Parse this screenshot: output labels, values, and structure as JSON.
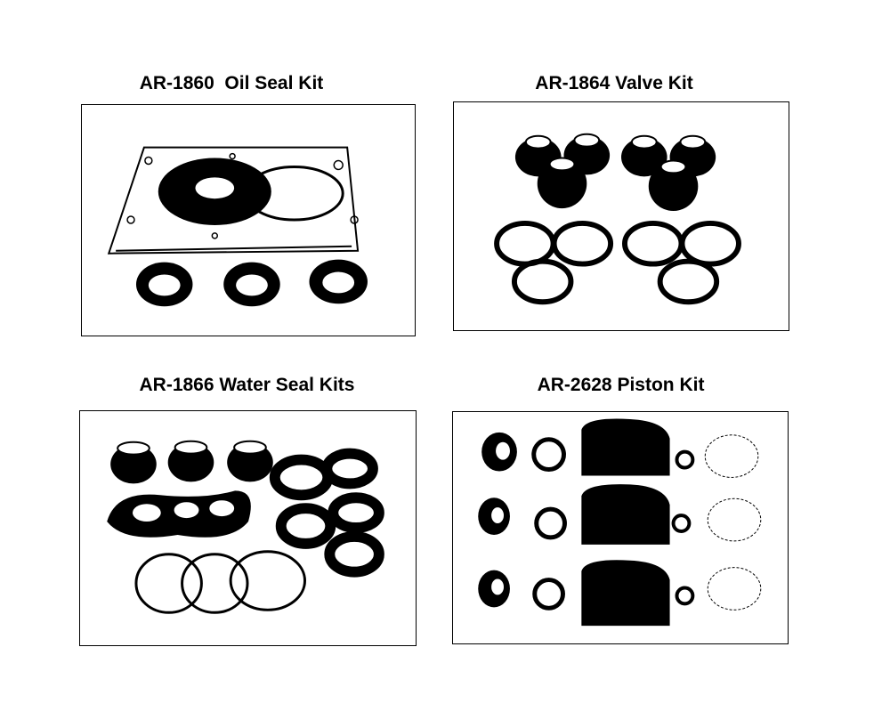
{
  "kits": [
    {
      "id": "oil-seal",
      "title": "AR-1860  Oil Seal Kit"
    },
    {
      "id": "valve",
      "title": "AR-1864 Valve Kit"
    },
    {
      "id": "water-seal",
      "title": "AR-1866 Water Seal Kits"
    },
    {
      "id": "piston",
      "title": "AR-2628 Piston Kit"
    }
  ],
  "colors": {
    "ink": "#000000",
    "paper": "#ffffff"
  }
}
